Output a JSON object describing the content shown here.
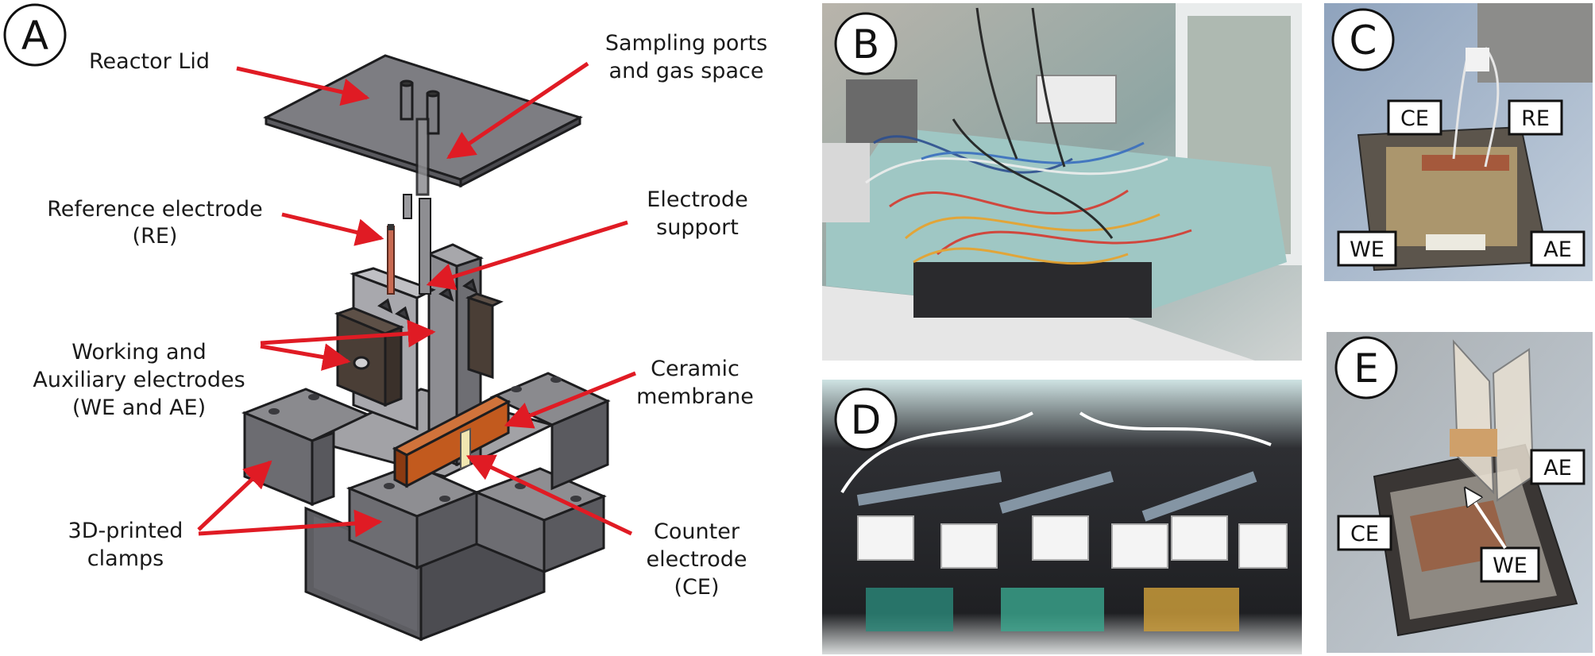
{
  "panels": {
    "a": "A",
    "b": "B",
    "c": "C",
    "d": "D",
    "e": "E"
  },
  "labels": {
    "reactor_lid": "Reactor Lid",
    "sampling_1": "Sampling ports",
    "sampling_2": "and gas space",
    "reference_1": "Reference electrode",
    "reference_2": "(RE)",
    "support_1": "Electrode",
    "support_2": "support",
    "working_1": "Working and",
    "working_2": "Auxiliary electrodes",
    "working_3": "(WE and AE)",
    "ceramic_1": "Ceramic",
    "ceramic_2": "membrane",
    "clamps_1": "3D-printed",
    "clamps_2": "clamps",
    "counter_1": "Counter",
    "counter_2": "electrode",
    "counter_3": "(CE)"
  },
  "photo_tags": {
    "c": {
      "ce": "CE",
      "re": "RE",
      "we": "WE",
      "ae": "AE"
    },
    "e": {
      "ae": "AE",
      "ce": "CE",
      "we": "WE"
    }
  },
  "colors": {
    "arrow": "#e01b24",
    "membrane": "#c25a1e",
    "plate_dark": "#4a3e36",
    "acrylic": "#7d7d82"
  }
}
